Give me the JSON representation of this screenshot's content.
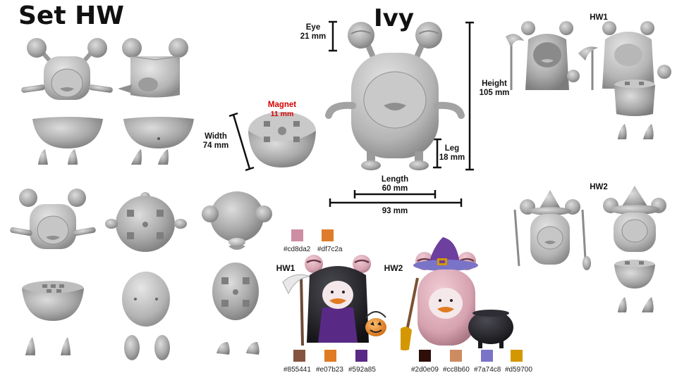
{
  "page_title": "Set HW",
  "character_name": "Ivy",
  "dimensions": {
    "eye_label": "Eye",
    "eye_value": "21 mm",
    "height_label": "Height",
    "height_value": "105 mm",
    "leg_label": "Leg",
    "leg_value": "18 mm",
    "length_label": "Length",
    "length_value": "60 mm",
    "total_length_value": "93 mm",
    "width_label": "Width",
    "width_value": "74 mm",
    "magnet_label": "Magnet",
    "magnet_value": "11 mm"
  },
  "variants": {
    "hw1_label": "HW1",
    "hw2_label": "HW2"
  },
  "palettes": {
    "top": [
      {
        "hex": "#cd8da2",
        "label": "#cd8da2"
      },
      {
        "hex": "#df7c2a",
        "label": "#df7c2a"
      }
    ],
    "hw1": [
      {
        "hex": "#855441",
        "label": "#855441"
      },
      {
        "hex": "#e07b23",
        "label": "#e07b23"
      },
      {
        "hex": "#592a85",
        "label": "#592a85"
      }
    ],
    "hw2": [
      {
        "hex": "#2d0e09",
        "label": "#2d0e09"
      },
      {
        "hex": "#cc8b60",
        "label": "#cc8b60"
      },
      {
        "hex": "#7a74c8",
        "label": "#7a74c8"
      },
      {
        "hex": "#d59700",
        "label": "#d59700"
      }
    ]
  },
  "colors": {
    "model_gray": "#a9a9a9",
    "model_light": "#cfcfcf",
    "model_dark": "#7c7c7c",
    "annotation_red": "#d40000",
    "body_pink": "#d6a2b0",
    "cloak_black": "#1e1e22",
    "hat_purple": "#6d3f9e"
  },
  "icons": {
    "reaper_scythe": "scythe-icon",
    "witch_broom": "broom-icon",
    "pumpkin_basket": "pumpkin-icon",
    "cauldron": "cauldron-icon"
  }
}
